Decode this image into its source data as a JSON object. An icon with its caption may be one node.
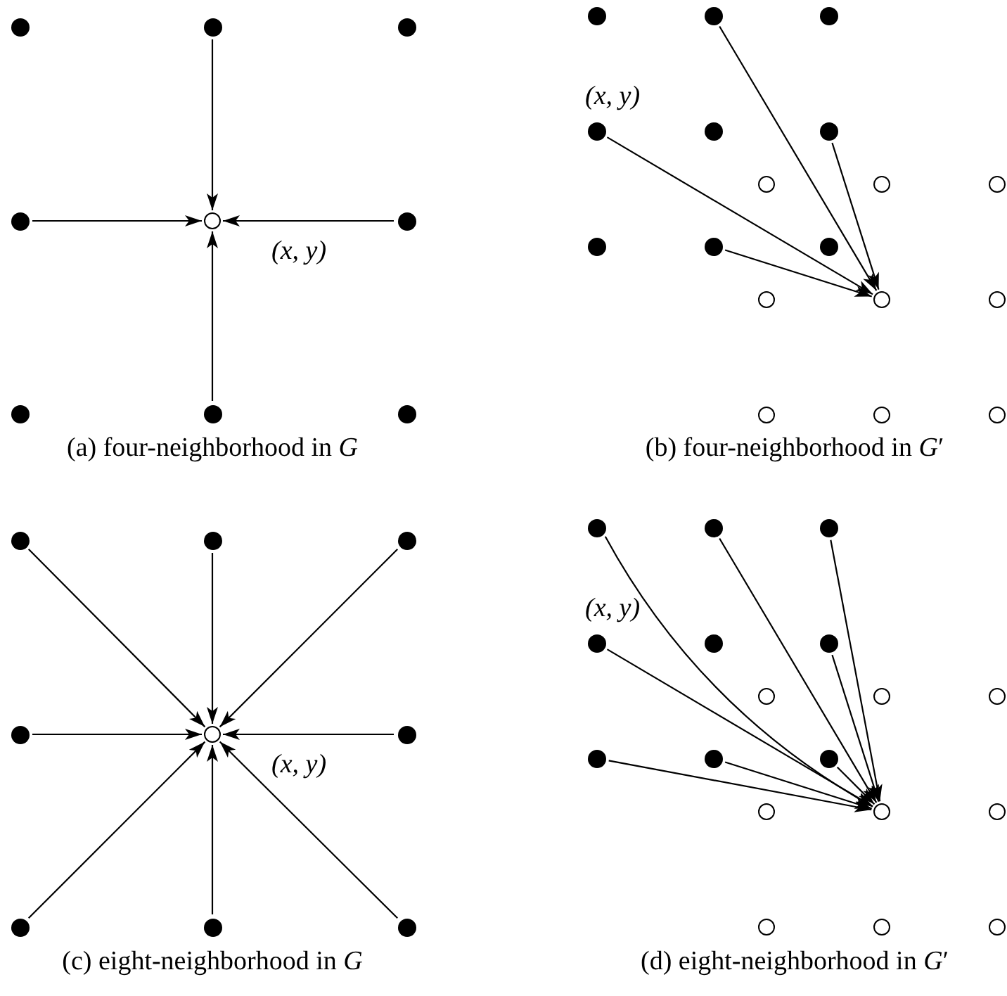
{
  "diagram": {
    "nodes": [
      {
        "text": [],
        "shape": "circle"
      },
      {
        "text": [],
        "shape": "circle"
      },
      {
        "text": [],
        "shape": "circle"
      },
      {
        "text": [],
        "shape": "circle"
      },
      {
        "text": [],
        "shape": "circle",
        "beside": [
          "(x, y)"
        ]
      },
      {
        "text": [],
        "shape": "circle"
      },
      {
        "text": [],
        "shape": "circle"
      },
      {
        "text": [],
        "shape": "circle"
      },
      {
        "text": [],
        "shape": "circle"
      },
      {
        "text": [],
        "shape": "circle"
      },
      {
        "text": [],
        "shape": "circle"
      },
      {
        "text": [],
        "shape": "circle"
      },
      {
        "text": [],
        "shape": "circle",
        "beside": [
          "(x, y)"
        ]
      },
      {
        "text": [],
        "shape": "circle"
      },
      {
        "text": [],
        "shape": "circle"
      },
      {
        "text": [],
        "shape": "circle"
      },
      {
        "text": [],
        "shape": "circle"
      },
      {
        "text": [],
        "shape": "circle"
      },
      {
        "text": [],
        "shape": "circle"
      },
      {
        "text": [],
        "shape": "circle"
      },
      {
        "text": [],
        "shape": "circle"
      },
      {
        "text": [],
        "shape": "circle"
      },
      {
        "text": [],
        "shape": "circle"
      },
      {
        "text": [],
        "shape": "circle"
      },
      {
        "text": [],
        "shape": "circle"
      },
      {
        "text": [],
        "shape": "circle"
      },
      {
        "text": [],
        "shape": "circle"
      },
      {
        "text": [],
        "shape": "circle"
      },
      {
        "text": [],
        "shape": "circle"
      },
      {
        "text": [],
        "shape": "circle"
      },
      {
        "text": [],
        "shape": "circle"
      },
      {
        "text": [],
        "shape": "circle",
        "beside": [
          "(x, y)"
        ]
      },
      {
        "text": [],
        "shape": "circle"
      },
      {
        "text": [],
        "shape": "circle"
      },
      {
        "text": [],
        "shape": "circle"
      },
      {
        "text": [],
        "shape": "circle"
      },
      {
        "text": [],
        "shape": "circle"
      },
      {
        "text": [],
        "shape": "circle"
      },
      {
        "text": [],
        "shape": "circle"
      },
      {
        "text": [],
        "shape": "circle",
        "beside": [
          "(x, y)"
        ]
      },
      {
        "text": [],
        "shape": "circle"
      },
      {
        "text": [],
        "shape": "circle"
      },
      {
        "text": [],
        "shape": "circle"
      },
      {
        "text": [],
        "shape": "circle"
      },
      {
        "text": [],
        "shape": "circle"
      },
      {
        "text": [],
        "shape": "circle"
      },
      {
        "text": [],
        "shape": "circle"
      },
      {
        "text": [],
        "shape": "circle"
      },
      {
        "text": [],
        "shape": "circle"
      },
      {
        "text": [],
        "shape": "circle"
      },
      {
        "text": [],
        "shape": "circle"
      },
      {
        "text": [],
        "shape": "circle"
      },
      {
        "text": [],
        "shape": "circle"
      },
      {
        "text": [],
        "shape": "circle"
      }
    ],
    "edges": [
      {
        "from": 1,
        "to": 4,
        "arrow": "to"
      },
      {
        "from": 3,
        "to": 4,
        "arrow": "to"
      },
      {
        "from": 5,
        "to": 4,
        "arrow": "to"
      },
      {
        "from": 7,
        "to": 4,
        "arrow": "to"
      },
      {
        "from": 10,
        "to": 22,
        "arrow": "to"
      },
      {
        "from": 12,
        "to": 22,
        "arrow": "to"
      },
      {
        "from": 14,
        "to": 22,
        "arrow": "to"
      },
      {
        "from": 19,
        "to": 22,
        "arrow": "to"
      },
      {
        "from": 27,
        "to": 31,
        "arrow": "to"
      },
      {
        "from": 28,
        "to": 31,
        "arrow": "to"
      },
      {
        "from": 29,
        "to": 31,
        "arrow": "to"
      },
      {
        "from": 30,
        "to": 31,
        "arrow": "to"
      },
      {
        "from": 32,
        "to": 31,
        "arrow": "to"
      },
      {
        "from": 33,
        "to": 31,
        "arrow": "to"
      },
      {
        "from": 34,
        "to": 31,
        "arrow": "to"
      },
      {
        "from": 35,
        "to": 31,
        "arrow": "to"
      },
      {
        "from": 36,
        "to": 49,
        "arrow": "to"
      },
      {
        "from": 37,
        "to": 49,
        "arrow": "to"
      },
      {
        "from": 38,
        "to": 49,
        "arrow": "to"
      },
      {
        "from": 39,
        "to": 49,
        "arrow": "to"
      },
      {
        "from": 41,
        "to": 49,
        "arrow": "to"
      },
      {
        "from": 45,
        "to": 49,
        "arrow": "to"
      },
      {
        "from": 46,
        "to": 49,
        "arrow": "to"
      },
      {
        "from": 47,
        "to": 49,
        "arrow": "to"
      }
    ],
    "labels": [
      "(a) four-neighborhood in *G*",
      "(b) four-neighborhood in *G*′",
      "(c) eight-neighborhood in *G*",
      "(d) eight-neighborhood in *G*′"
    ]
  }
}
